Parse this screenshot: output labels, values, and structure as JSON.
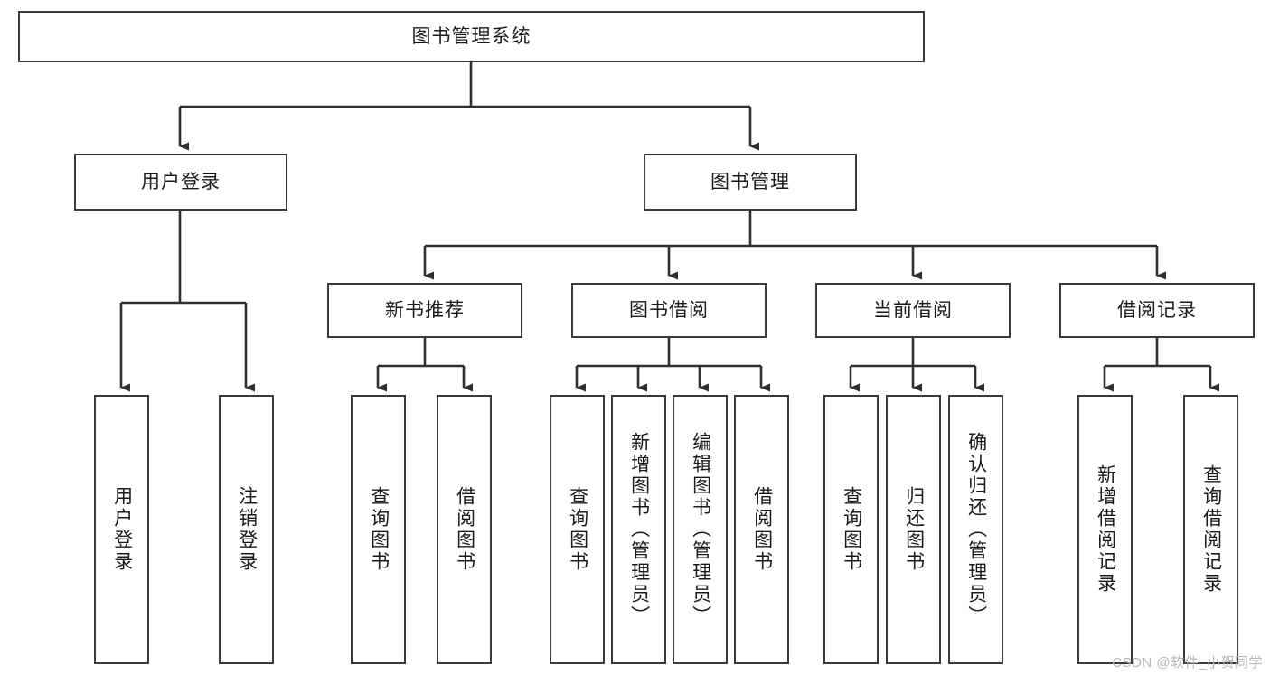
{
  "diagram": {
    "type": "tree-hierarchy-chart",
    "title": "图书管理系统",
    "colors": {
      "box_border": "#3a3a3a",
      "box_fill": "#ffffff",
      "connector": "#2f2f2f",
      "text": "#1a1a1a",
      "watermark": "#b8b8b8",
      "background": "#ffffff"
    },
    "root": {
      "label": "图书管理系统"
    },
    "level2": [
      {
        "label": "用户登录"
      },
      {
        "label": "图书管理"
      }
    ],
    "level3": [
      {
        "label": "新书推荐"
      },
      {
        "label": "图书借阅"
      },
      {
        "label": "当前借阅"
      },
      {
        "label": "借阅记录"
      }
    ],
    "leaves": {
      "user_login": [
        {
          "label": "用户登录"
        },
        {
          "label": "注销登录"
        }
      ],
      "new_book_recommend": [
        {
          "label": "查询图书"
        },
        {
          "label": "借阅图书"
        }
      ],
      "book_borrow": [
        {
          "label": "查询图书"
        },
        {
          "label": "新增图书（管理员）"
        },
        {
          "label": "编辑图书（管理员）"
        },
        {
          "label": "借阅图书"
        }
      ],
      "current_borrow": [
        {
          "label": "查询图书"
        },
        {
          "label": "归还图书"
        },
        {
          "label": "确认归还（管理员）"
        }
      ],
      "borrow_record": [
        {
          "label": "新增借阅记录"
        },
        {
          "label": "查询借阅记录"
        }
      ]
    }
  },
  "watermark": {
    "text": "CSDN @软件_小贺同学"
  }
}
